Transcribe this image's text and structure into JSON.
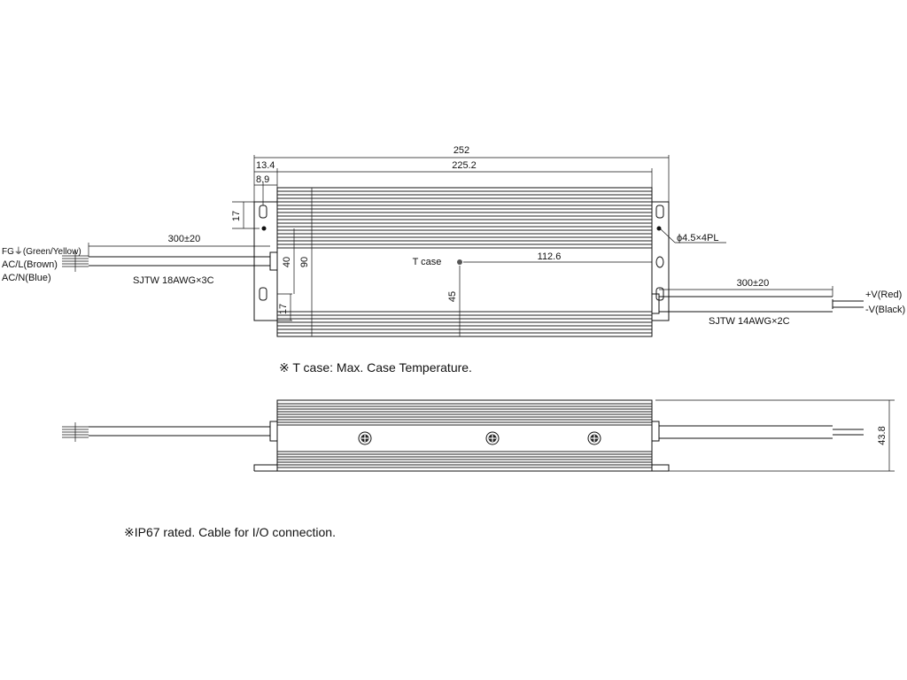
{
  "dimensions": {
    "total_length": "252",
    "body_length": "225.2",
    "flange_offset": "13.4",
    "hole_offset": "8.9",
    "hole_spacing_top": "17",
    "hole_spacing_bottom": "17",
    "width_inner": "40",
    "width_total": "90",
    "tcase_vertical": "45",
    "tcase_horizontal": "112.6",
    "height": "43.8",
    "cable_in_length": "300±20",
    "cable_out_length": "300±20",
    "mounting_holes": "ϕ4.5×4PL"
  },
  "labels": {
    "fg": "FG⏚(Green/Yellow)",
    "acl": "AC/L(Brown)",
    "acn": "AC/N(Blue)",
    "vpos": "+V(Red)",
    "vneg": "-V(Black)",
    "cable_in": "SJTW 18AWG×3C",
    "cable_out": "SJTW 14AWG×2C",
    "tcase": "T case"
  },
  "notes": {
    "tcase_note": "※ T case: Max. Case Temperature.",
    "ip_note": "※IP67 rated. Cable for I/O connection."
  }
}
